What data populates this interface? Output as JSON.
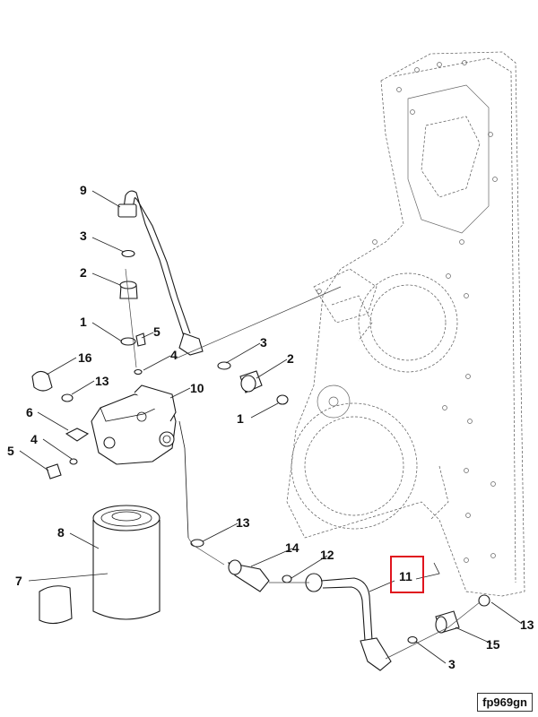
{
  "callouts": {
    "c9": "9",
    "c3a": "3",
    "c2a": "2",
    "c1a": "1",
    "c5a": "5",
    "c4a": "4",
    "c3b": "3",
    "c2b": "2",
    "c16": "16",
    "c13a": "13",
    "c10": "10",
    "c6": "6",
    "c1b": "1",
    "c4b": "4",
    "c5b": "5",
    "c8": "8",
    "c7": "7",
    "c13b": "13",
    "c14": "14",
    "c12": "12",
    "c11": "11",
    "c13c": "13",
    "c15": "15",
    "c3c": "3"
  },
  "figure_code": "fp969gn",
  "colors": {
    "highlight": "#e0141e",
    "line": "#1a1a1a"
  }
}
